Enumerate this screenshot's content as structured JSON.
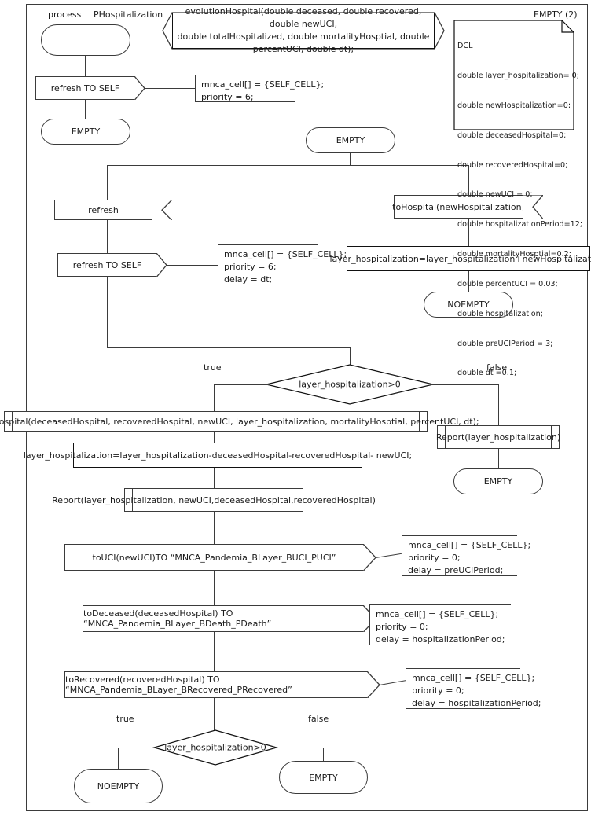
{
  "diagram": {
    "kind": "sdl-process",
    "header": {
      "keyword": "process",
      "name": "PHospitalization",
      "corner_label": "EMPTY (2)"
    },
    "procedure_definition": {
      "line1": "evolutionHospital(double deceased, double recovered, double newUCI,",
      "line2": "double totalHospitalized, double mortalityHosptial, double percentUCI, double dt);"
    },
    "declarations": {
      "title": "DCL",
      "lines": [
        "double layer_hospitalization= 0;",
        "double newHospitalization=0;",
        "double deceasedHospital=0;",
        "double recoveredHospital=0;",
        "double newUCI = 0;",
        "double hospitalizationPeriod=12;",
        "double mortalityHosptial=0.2;",
        "double percentUCI = 0.03;",
        "double hospitalization;",
        "double preUCIPeriod = 3;",
        "double dt =0.1;"
      ]
    },
    "states": {
      "start_empty": "EMPTY",
      "entry_empty": "EMPTY",
      "noempty_hosp": "NOEMPTY",
      "false_empty": "EMPTY",
      "final_noempty": "NOEMPTY",
      "final_empty": "EMPTY"
    },
    "signals": {
      "init_refresh_self": "refresh TO SELF",
      "input_refresh": "refresh",
      "loop_refresh_self": "refresh TO SELF",
      "input_to_hospital": "toHospital(newHospitalization)",
      "out_to_uci": "toUCI(newUCI)TO “MNCA_Pandemia_BLayer_BUCI_PUCI”",
      "out_to_deceased": "toDeceased(deceasedHospital) TO “MNCA_Pandemia_BLayer_BDeath_PDeath”",
      "out_to_recovered": "toRecovered(recoveredHospital) TO “MNCA_Pandemia_BLayer_BRecovered_PRecovered”"
    },
    "tasks": {
      "add_hospitalization": "layer_hospitalization=layer_hospitalization+newHospitalization;",
      "subtract_outflows": "layer_hospitalization=layer_hospitalization-deceasedHospital-recoveredHospital- newUCI;"
    },
    "procedure_calls": {
      "evolution_call": "evolutionHospital(deceasedHospital, recoveredHospital, newUCI, layer_hospitalization, mortalityHosptial, percentUCI, dt);",
      "report_full": "Report(layer_hospitalization, newUCI,deceasedHospital,recoveredHospital)",
      "report_short": "Report(layer_hospitalization)"
    },
    "decisions": {
      "first": {
        "condition": "layer_hospitalization>0",
        "true_label": "true",
        "false_label": "false"
      },
      "second": {
        "condition": "layer_hospitalization>0",
        "true_label": "true",
        "false_label": "false"
      }
    },
    "comments": {
      "init_refresh": "mnca_cell[] = {SELF_CELL};\npriority = 6;",
      "loop_refresh": "mnca_cell[] = {SELF_CELL};\npriority = 6;\ndelay = dt;",
      "uci": "mnca_cell[] = {SELF_CELL};\npriority = 0;\ndelay = preUCIPeriod;",
      "deceased": "mnca_cell[] = {SELF_CELL};\npriority = 0;\ndelay = hospitalizationPeriod;",
      "recovered": "mnca_cell[] = {SELF_CELL};\npriority = 0;\ndelay = hospitalizationPeriod;"
    },
    "colors": {
      "line": "#3b3b3b",
      "text": "#1b1b1b",
      "background": "#ffffff"
    }
  }
}
